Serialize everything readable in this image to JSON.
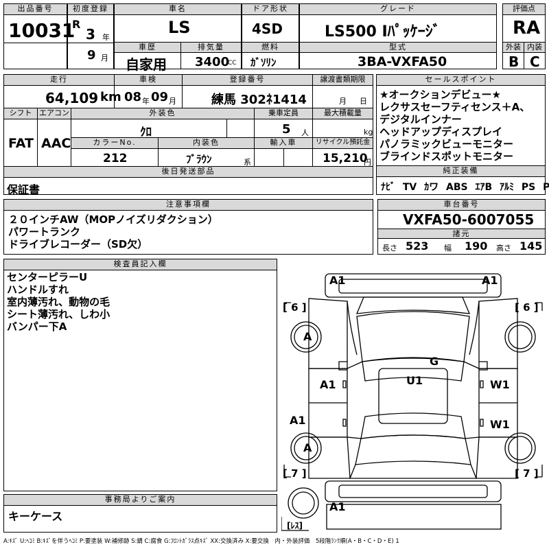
{
  "lot": {
    "label": "出品番号",
    "value": "10031"
  },
  "reg": {
    "label": "初度登録",
    "era": "R",
    "year": "3",
    "year_unit": "年",
    "month": "9",
    "month_unit": "月"
  },
  "name": {
    "label": "車名",
    "value": "LS"
  },
  "door": {
    "label": "ドア形状",
    "value": "4SD"
  },
  "grade": {
    "label": "グレード",
    "value": "LS500 Iﾊﾟｯｹｰｼﾞ"
  },
  "score": {
    "label": "評価点",
    "value": "RA"
  },
  "history": {
    "label": "車歴",
    "value": "自家用"
  },
  "displacement": {
    "label": "排気量",
    "value": "3400",
    "unit": "CC"
  },
  "fuel": {
    "label": "燃料",
    "value": "ｶﾞｿﾘﾝ"
  },
  "model": {
    "label": "型式",
    "value": "3BA-VXFA50"
  },
  "ext_grade": {
    "label": "外装",
    "value": "B"
  },
  "int_grade": {
    "label": "内装",
    "value": "C"
  },
  "mileage": {
    "label": "走行",
    "value": "64,109",
    "unit": "km"
  },
  "inspection": {
    "label": "車検",
    "year": "08",
    "year_unit": "年",
    "month": "09",
    "month_unit": "月"
  },
  "plate": {
    "label": "登録番号",
    "value": "練馬 302ﾈ1414"
  },
  "transfer": {
    "label": "譲渡書類期限",
    "month_unit": "月",
    "day_unit": "日"
  },
  "shift": {
    "label": "シフト",
    "value": "FAT"
  },
  "ac": {
    "label": "エアコン",
    "value": "AAC"
  },
  "color": {
    "label": "外装色",
    "value": "ｸﾛ"
  },
  "capacity": {
    "label": "乗車定員",
    "value": "5",
    "unit": "人"
  },
  "load": {
    "label": "最大積載量",
    "unit": "kg"
  },
  "color_no": {
    "label": "カラーNo.",
    "value": "212"
  },
  "int_color": {
    "label": "内装色",
    "value": "ﾌﾞﾗｳﾝ",
    "suffix": "系"
  },
  "import": {
    "label": "輸入車"
  },
  "recycle": {
    "label": "リサイクル預託金",
    "value": "15,210",
    "unit": "円"
  },
  "later": {
    "label": "後日発送部品",
    "value": "保証書"
  },
  "sales": {
    "label": "セールスポイント",
    "lines": [
      "★オークションデビュー★",
      "レクサスセーフティセンス＋A、",
      "デジタルインナー",
      "ヘッドアップディスプレイ",
      "パノラミックビューモニター",
      "ブラインドスポットモニター"
    ]
  },
  "equip": {
    "label": "純正装備",
    "items": [
      "ﾅﾋﾞ",
      "TV",
      "ｶワ",
      "ABS",
      "ｴｱB",
      "ｱﾙﾐ",
      "PS",
      "PW"
    ]
  },
  "notes": {
    "label": "注意事項欄",
    "lines": [
      "２０インチAW（MOPノイズリダクション）",
      "パワートランク",
      "ドライブレコーダー（SD欠）"
    ]
  },
  "chassis": {
    "label": "車台番号",
    "value": "VXFA50-6007055"
  },
  "dims": {
    "label": "諸元",
    "length_label": "長さ",
    "length": "523",
    "width_label": "幅",
    "width": "190",
    "height_label": "高さ",
    "height": "145"
  },
  "inspector": {
    "label": "検査員記入欄",
    "lines": [
      "センターピラーU",
      "ハンドルすれ",
      "室内薄汚れ、動物の毛",
      "シート薄汚れ、しわ小",
      "バンパー下A"
    ]
  },
  "office": {
    "label": "事務局よりご案内",
    "value": "キーケース"
  },
  "diagram": {
    "a1_fl": "A1",
    "a1_fr": "A1",
    "six_l": "[ 6 ]",
    "six_r": "[ 6 ]",
    "a_front": "A",
    "g": "G",
    "u1": "U1",
    "a1_side": "A1",
    "w1_top": "W1",
    "w1_bot": "W1",
    "a1_rear": "A1",
    "a_rear": "A",
    "seven_l": "[ 7 ]",
    "seven_r": "[ 7 ]",
    "a1_bottom": "A1",
    "spare": "[ﾚｽ]"
  },
  "legend": "A:ｷｽﾞ U:ﾍｺﾐ B:ｷｽﾞを伴うﾍｺﾐ P:要塗装 W:補修跡 S:錆 C:腐食 G:ﾌﾛﾝﾄｶﾞﾗｽ点ｷｽﾞ XX:交換済み X:要交換　内・外装評価　5段階ﾗﾝｸ順(A・B・C・D・E) 1"
}
